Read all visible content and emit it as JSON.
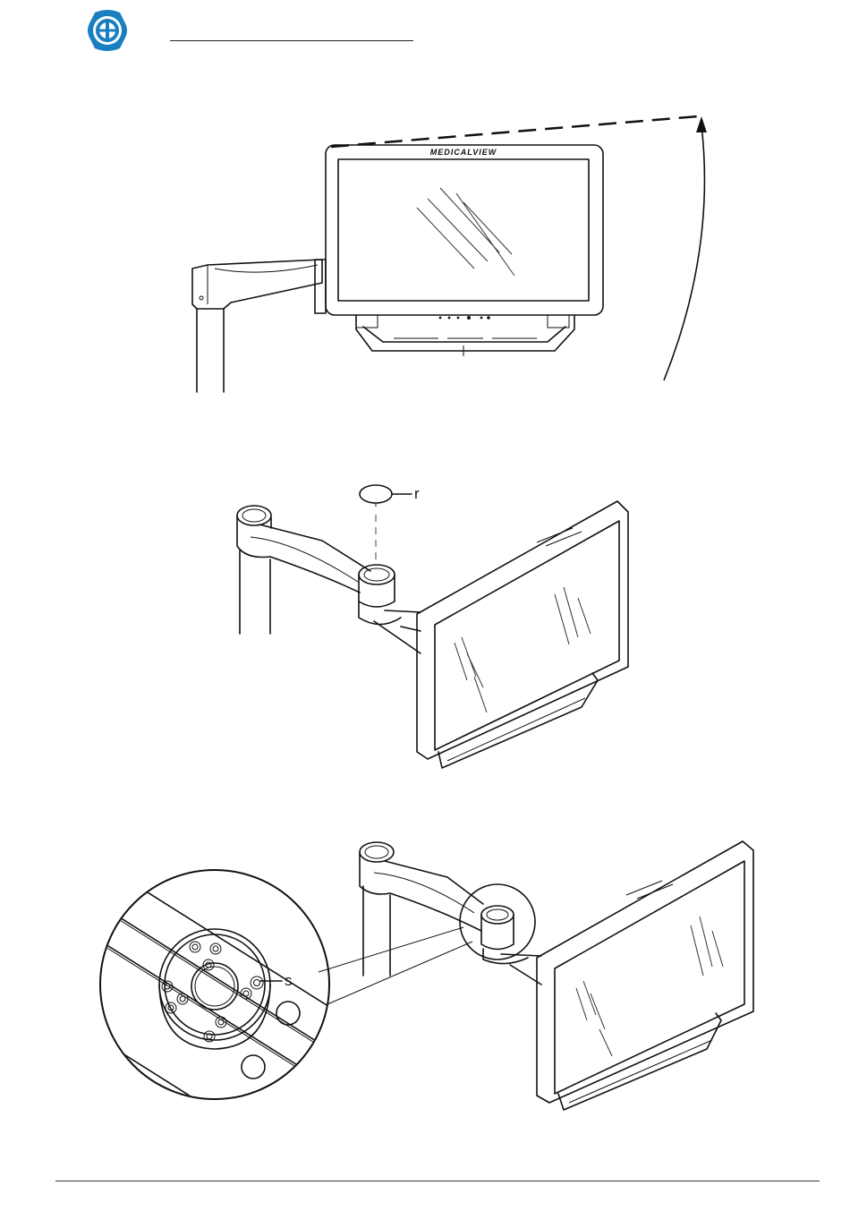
{
  "logo": {
    "icon": "company-logo-icon",
    "color": "#1a7fc1"
  },
  "figure1": {
    "brand_text": "MEDICALVIEW"
  },
  "figure2": {
    "label_r": "r"
  },
  "figure3": {
    "label_s": "s"
  }
}
